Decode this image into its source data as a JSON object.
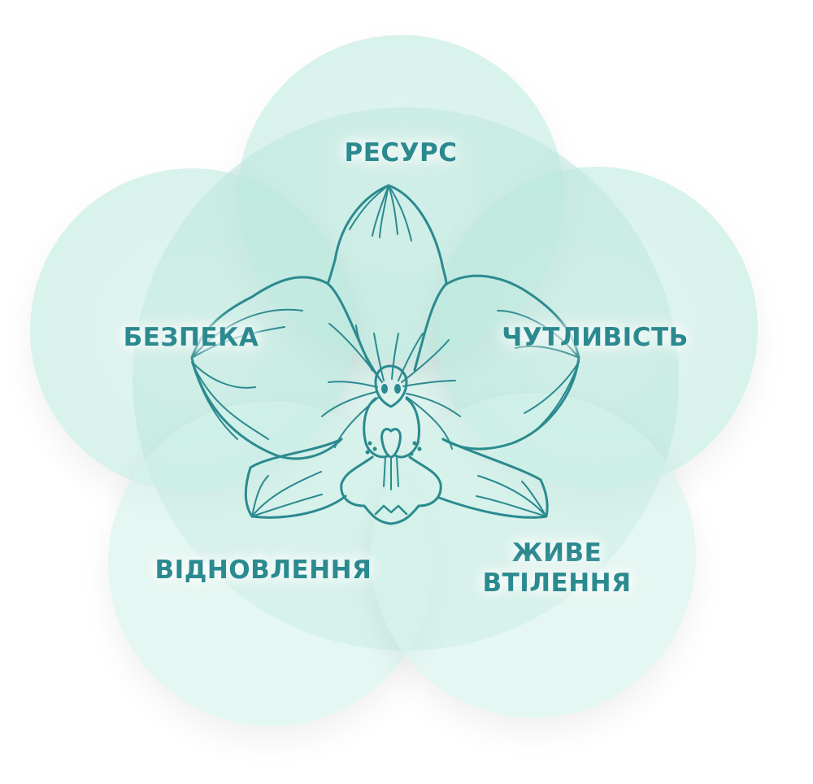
{
  "diagram": {
    "type": "overlapping-circles-with-central-orchid",
    "colors": {
      "text": "#2b8a8f",
      "circle_fill": "#bfe8de",
      "orchid_stroke": "#2b8a8f"
    },
    "center_image": "orchid-line-drawing",
    "labels": {
      "top": "РЕСУРС",
      "left": "БЕЗПЕКА",
      "right": "ЧУТЛИВІСТЬ",
      "bottom_left": "ВІДНОВЛЕННЯ",
      "bottom_right_line1": "ЖИВЕ",
      "bottom_right_line2": "ВТІЛЕННЯ"
    }
  }
}
